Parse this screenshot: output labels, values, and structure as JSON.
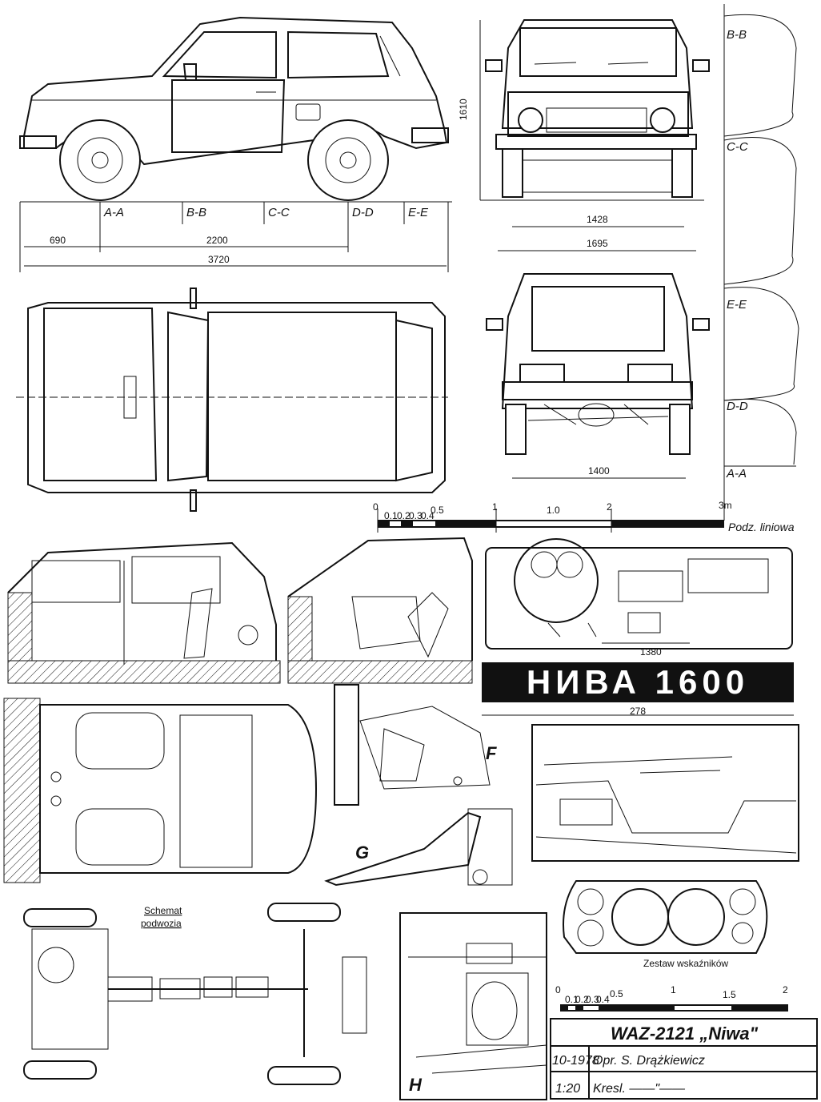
{
  "section_labels": {
    "aa": "A-A",
    "bb": "B-B",
    "cc": "C-C",
    "dd": "D-D",
    "ee": "E-E"
  },
  "side_dims": {
    "front_overhang": "690",
    "wheelbase": "2200",
    "overall_length": "3720"
  },
  "front_dims": {
    "height": "1610",
    "track": "1428",
    "width": "1695"
  },
  "rear_dims": {
    "track": "1400"
  },
  "scale_bar_main": {
    "ticks": [
      "0",
      "0.1",
      "0.2",
      "0.3",
      "0.4",
      "0.5",
      "1",
      "1.0",
      "2",
      "3m"
    ],
    "caption": "Podz. liniowa"
  },
  "dashboard": {
    "width_dim": "1380"
  },
  "badge": {
    "text": "НИВА 1600",
    "dim": "278"
  },
  "detail_labels": {
    "f": "F",
    "g": "G",
    "h": "H"
  },
  "chassis": {
    "title_line1": "Schemat",
    "title_line2": "podwozia"
  },
  "instruments": {
    "caption": "Zestaw wskaźników"
  },
  "scale_bar_small": {
    "ticks": [
      "0",
      "0.1",
      "0.2",
      "0.3",
      "0.4",
      "0.5",
      "1",
      "1.5",
      "2"
    ]
  },
  "title_block": {
    "title": "WAZ-2121 „Niwa\"",
    "date": "10-1978",
    "author": "Opr. S. Drążkiewicz",
    "scale": "1:20",
    "drawn": "Kresl. ——\"——"
  }
}
